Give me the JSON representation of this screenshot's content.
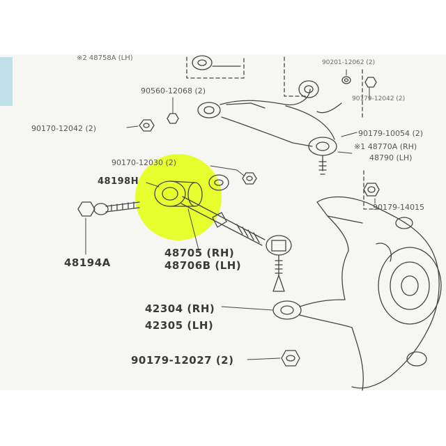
{
  "parts": {
    "p_48758a": "※2 48758A (LH)",
    "p_90201": "90201-12062 (2)",
    "p_90560": "90560-12068 (2)",
    "p_90170_12042": "90170-12042 (2)",
    "p_90179_12042": "90179-12042 (2)",
    "p_90179_10054": "90179-10054 (2)",
    "p_48770a": "※1 48770A (RH)",
    "p_48790": "48790 (LH)",
    "p_90170_12030": "90170-12030 (2)",
    "p_48198h": "48198H",
    "p_90179_14015": "90179-14015",
    "p_48194a": "48194A",
    "p_48705": "48705 (RH)",
    "p_48706b": "48706B (LH)",
    "p_42304": "42304 (RH)",
    "p_42305": "42305 (LH)",
    "p_90179_12027": "90179-12027 (2)"
  },
  "colors": {
    "highlight": "#e6ff1a",
    "ink": "#444444",
    "paper": "#f6f6f2",
    "tab": "#bfe0e8"
  },
  "highlight_target": "48198H"
}
